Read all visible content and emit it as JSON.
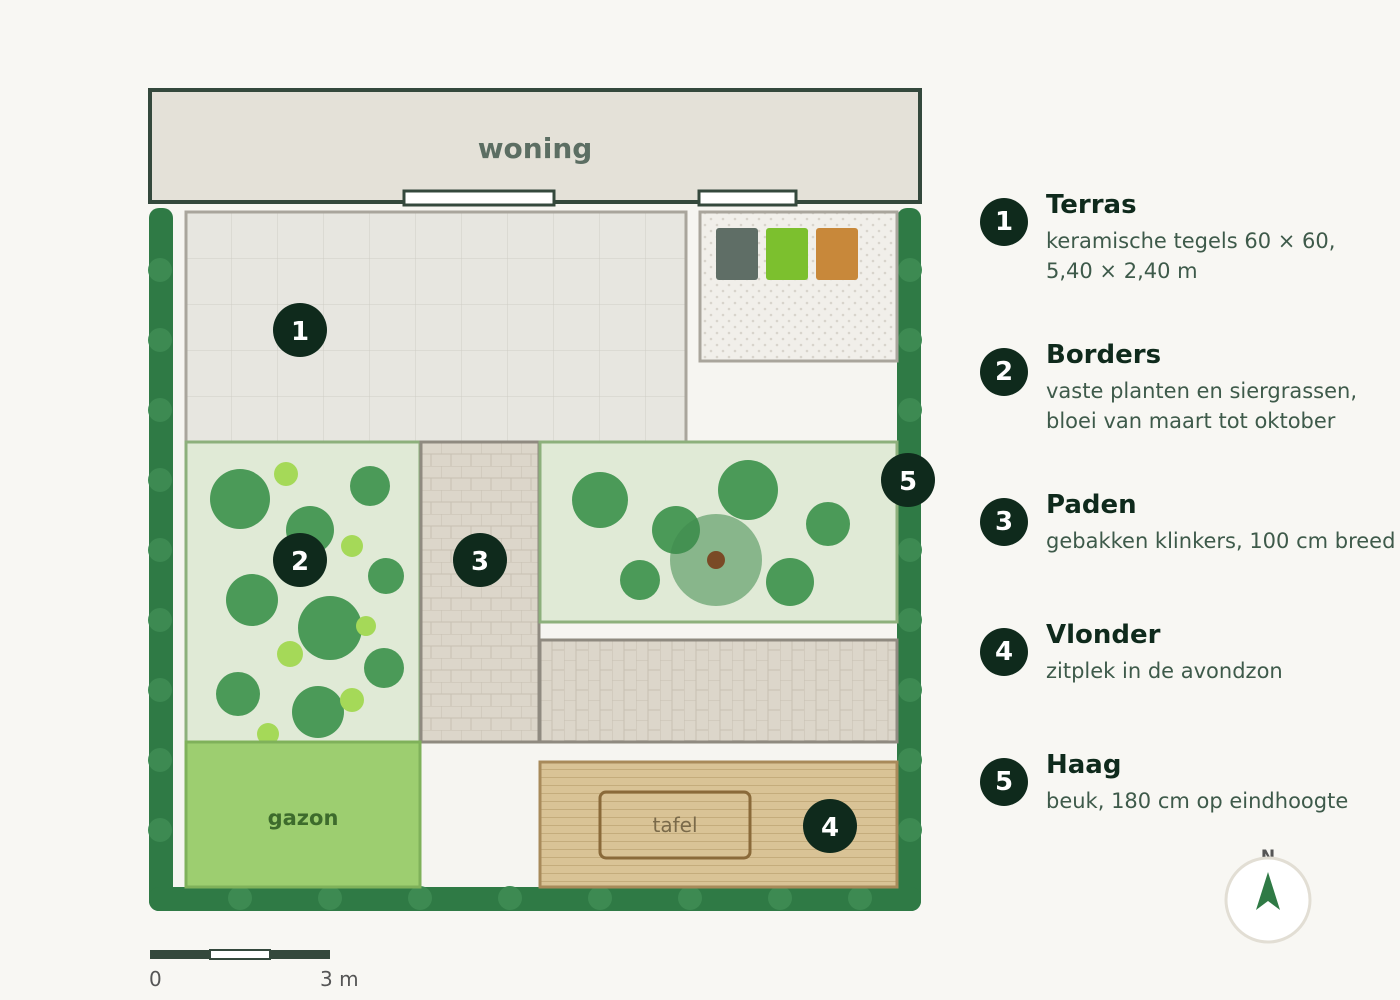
{
  "plan": {
    "house_label": "woning",
    "lawn_label": "gazon",
    "table_label": "tafel",
    "markers": [
      "1",
      "2",
      "3",
      "4",
      "5"
    ]
  },
  "legend": [
    {
      "number": "1",
      "title": "Terras",
      "lines": [
        "keramische tegels 60 × 60,",
        "5,40 × 2,40 m"
      ]
    },
    {
      "number": "2",
      "title": "Borders",
      "lines": [
        "vaste planten en siergrassen,",
        "bloei van maart tot oktober"
      ]
    },
    {
      "number": "3",
      "title": "Paden",
      "lines": [
        "gebakken klinkers, 100 cm breed"
      ]
    },
    {
      "number": "4",
      "title": "Vlonder",
      "lines": [
        "zitplek in de avondzon"
      ]
    },
    {
      "number": "5",
      "title": "Haag",
      "lines": [
        "beuk, 180 cm op eindhoogte"
      ]
    }
  ],
  "scale": {
    "start": "0",
    "end": "3 m"
  },
  "compass": {
    "label": "N"
  },
  "colors": {
    "hedge": "#2f7a45",
    "lawn": "#9dce70",
    "planting": "#e0ead6",
    "terrace": "#e7e6e0",
    "paving": "#dcd6ca",
    "deck": "#d9c396",
    "bin_grey": "#5f6e66",
    "bin_green": "#7cc02e",
    "bin_orange": "#c8883a",
    "marker": "#0f2a1c"
  },
  "icons": [
    "north-arrow-icon"
  ]
}
